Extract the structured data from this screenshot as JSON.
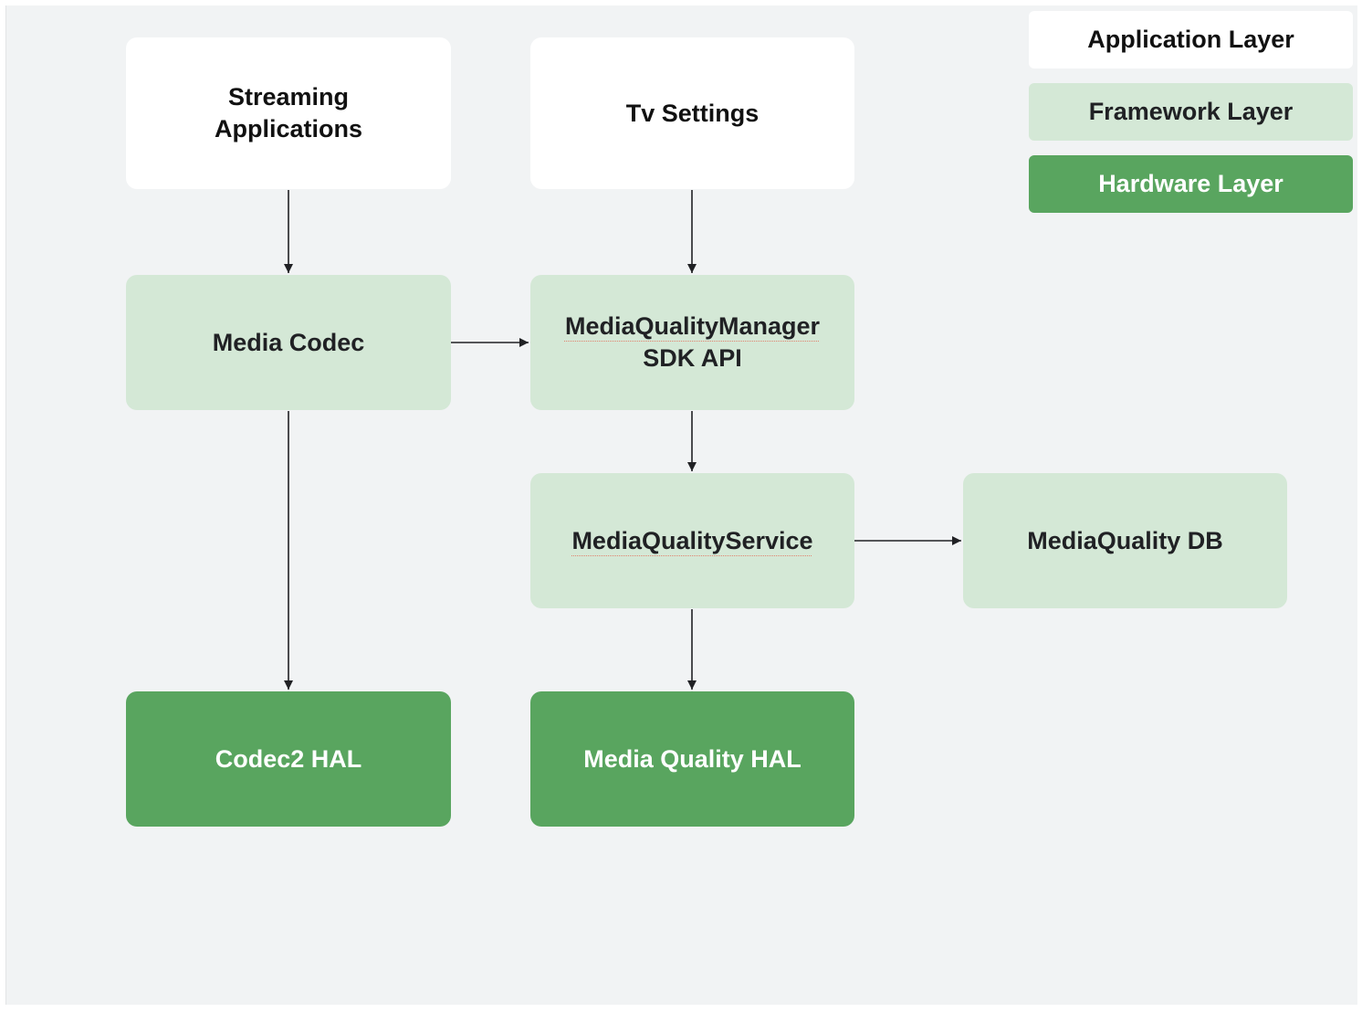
{
  "legend": {
    "application": "Application Layer",
    "framework": "Framework Layer",
    "hardware": "Hardware Layer"
  },
  "nodes": {
    "streaming_apps": "Streaming\nApplications",
    "tv_settings": "Tv Settings",
    "media_codec": "Media Codec",
    "mq_manager_line1": "MediaQualityManager",
    "mq_manager_line2": "SDK API",
    "mq_service": "MediaQualityService",
    "mq_db": "MediaQuality DB",
    "codec2_hal": "Codec2 HAL",
    "mq_hal": "Media Quality HAL"
  },
  "colors": {
    "background": "#f1f3f4",
    "application_layer": "#ffffff",
    "framework_layer": "#d4e8d6",
    "hardware_layer": "#59a55f",
    "arrow": "#202124"
  }
}
